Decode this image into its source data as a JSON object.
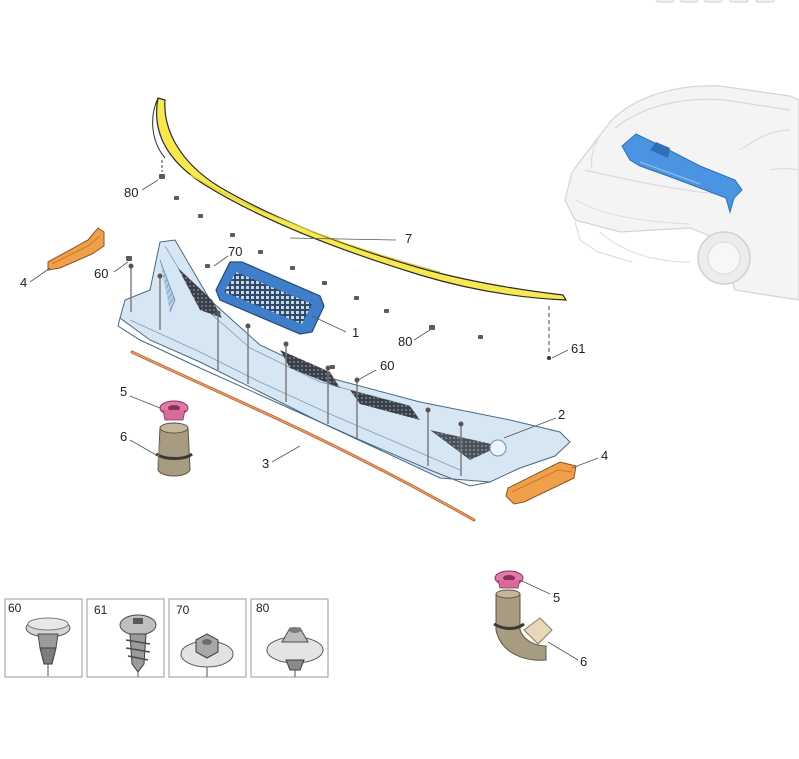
{
  "callouts": [
    {
      "id": "c80a",
      "label": "80"
    },
    {
      "id": "c70",
      "label": "70"
    },
    {
      "id": "c7",
      "label": "7"
    },
    {
      "id": "c60a",
      "label": "60"
    },
    {
      "id": "c4a",
      "label": "4"
    },
    {
      "id": "c1",
      "label": "1"
    },
    {
      "id": "c80b",
      "label": "80"
    },
    {
      "id": "c61",
      "label": "61"
    },
    {
      "id": "c60b",
      "label": "60"
    },
    {
      "id": "c5a",
      "label": "5"
    },
    {
      "id": "c6a",
      "label": "6"
    },
    {
      "id": "c2",
      "label": "2"
    },
    {
      "id": "c3",
      "label": "3"
    },
    {
      "id": "c4b",
      "label": "4"
    },
    {
      "id": "c5b",
      "label": "5"
    },
    {
      "id": "c6b",
      "label": "6"
    }
  ],
  "fastener_legend": [
    {
      "label": "60"
    },
    {
      "label": "61"
    },
    {
      "label": "70"
    },
    {
      "label": "80"
    }
  ],
  "colors": {
    "trim_panel": "#f6e84e",
    "cowl_panel": "#d7e6f3",
    "grille_insert": "#3f7fc9",
    "end_bracket": "#f0a04a",
    "seal_strip": "#c56a35",
    "grommet": "#e07aa8",
    "drain_hose": "#a79b80",
    "vehicle_highlight": "#4a94e2"
  }
}
